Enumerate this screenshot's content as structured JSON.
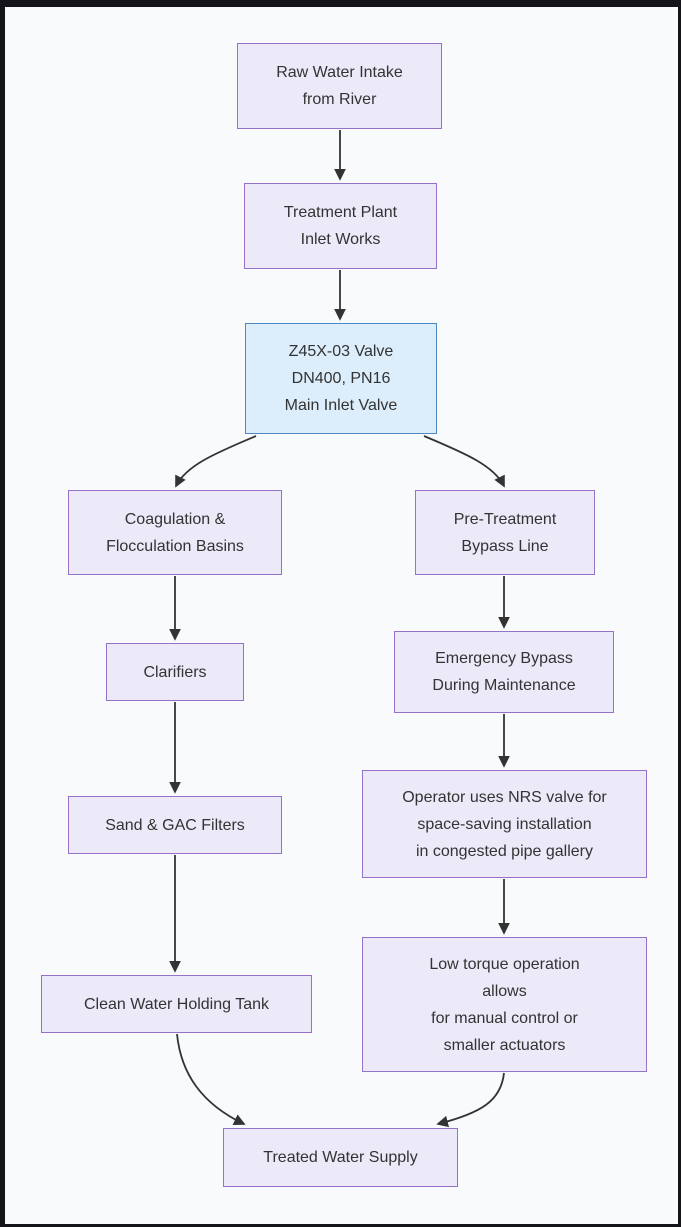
{
  "diagram": {
    "type": "flowchart",
    "nodes": [
      {
        "id": "raw-water-intake",
        "label": "Raw Water Intake\nfrom River"
      },
      {
        "id": "treatment-plant-inlet",
        "label": "Treatment Plant\nInlet Works"
      },
      {
        "id": "main-inlet-valve",
        "label": "Z45X-03 Valve\nDN400, PN16\nMain Inlet Valve",
        "highlighted": true
      },
      {
        "id": "coagulation-basins",
        "label": "Coagulation &\nFlocculation Basins"
      },
      {
        "id": "pre-treatment-bypass",
        "label": "Pre-Treatment\nBypass Line"
      },
      {
        "id": "clarifiers",
        "label": "Clarifiers"
      },
      {
        "id": "emergency-bypass",
        "label": "Emergency Bypass\nDuring Maintenance"
      },
      {
        "id": "sand-gac-filters",
        "label": "Sand & GAC Filters"
      },
      {
        "id": "operator-nrs-valve",
        "label": "Operator uses NRS valve for\nspace-saving installation\nin congested pipe gallery"
      },
      {
        "id": "low-torque-operation",
        "label": "Low torque operation\nallows\nfor manual control or\nsmaller actuators"
      },
      {
        "id": "clean-water-tank",
        "label": "Clean Water Holding Tank"
      },
      {
        "id": "treated-water-supply",
        "label": "Treated Water Supply"
      }
    ],
    "edges": [
      {
        "from": "raw-water-intake",
        "to": "treatment-plant-inlet"
      },
      {
        "from": "treatment-plant-inlet",
        "to": "main-inlet-valve"
      },
      {
        "from": "main-inlet-valve",
        "to": "coagulation-basins"
      },
      {
        "from": "main-inlet-valve",
        "to": "pre-treatment-bypass"
      },
      {
        "from": "coagulation-basins",
        "to": "clarifiers"
      },
      {
        "from": "pre-treatment-bypass",
        "to": "emergency-bypass"
      },
      {
        "from": "clarifiers",
        "to": "sand-gac-filters"
      },
      {
        "from": "emergency-bypass",
        "to": "operator-nrs-valve"
      },
      {
        "from": "sand-gac-filters",
        "to": "clean-water-tank"
      },
      {
        "from": "operator-nrs-valve",
        "to": "low-torque-operation"
      },
      {
        "from": "clean-water-tank",
        "to": "treated-water-supply"
      },
      {
        "from": "low-torque-operation",
        "to": "treated-water-supply"
      }
    ],
    "colors": {
      "canvas": "#f8fafc",
      "frame": "#141419",
      "node_fill": "#ece9f9",
      "node_border": "#9472c8",
      "highlight_fill": "#dcedfb",
      "highlight_border": "#4e88c2",
      "edge": "#333333",
      "text": "#333333"
    }
  }
}
